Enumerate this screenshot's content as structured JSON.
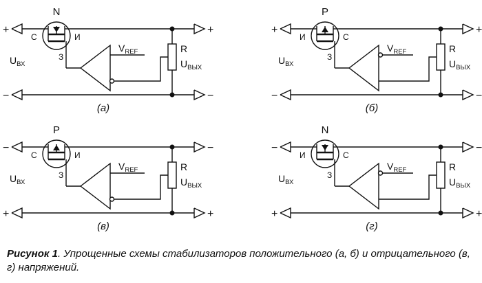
{
  "circuits": [
    {
      "caption": "(а)",
      "type": "N",
      "sign_top": "+",
      "sign_bottom": "−",
      "pin_left": "С",
      "pin_right": "И",
      "pin_gate": "З",
      "vin": "U",
      "vin_sub": "ВХ",
      "vref": "V",
      "vref_sub": "REF",
      "res": "R",
      "vout": "U",
      "vout_sub": "ВЫХ",
      "comparator_bubble": "bottom",
      "arrow_dir": "down",
      "ground_rail": "bottom"
    },
    {
      "caption": "(б)",
      "type": "P",
      "sign_top": "+",
      "sign_bottom": "−",
      "pin_left": "И",
      "pin_right": "С",
      "pin_gate": "З",
      "vin": "U",
      "vin_sub": "ВХ",
      "vref": "V",
      "vref_sub": "REF",
      "res": "R",
      "vout": "U",
      "vout_sub": "ВЫХ",
      "comparator_bubble": "top",
      "arrow_dir": "up",
      "ground_rail": "bottom"
    },
    {
      "caption": "(в)",
      "type": "P",
      "sign_top": "−",
      "sign_bottom": "+",
      "pin_left": "С",
      "pin_right": "И",
      "pin_gate": "З",
      "vin": "U",
      "vin_sub": "ВХ",
      "vref": "V",
      "vref_sub": "REF",
      "res": "R",
      "vout": "U",
      "vout_sub": "ВЫХ",
      "comparator_bubble": "bottom",
      "arrow_dir": "up",
      "ground_rail": "bottom"
    },
    {
      "caption": "(г)",
      "type": "N",
      "sign_top": "−",
      "sign_bottom": "+",
      "pin_left": "И",
      "pin_right": "С",
      "pin_gate": "З",
      "vin": "U",
      "vin_sub": "ВХ",
      "vref": "V",
      "vref_sub": "REF",
      "res": "R",
      "vout": "U",
      "vout_sub": "ВЫХ",
      "comparator_bubble": "top",
      "arrow_dir": "down",
      "ground_rail": "top"
    }
  ],
  "figure_caption": {
    "label": "Рисунок 1",
    "text": ". Упрощенные схемы стабилизаторов положительного (а, б) и отрицательного (в, г) напряжений."
  }
}
